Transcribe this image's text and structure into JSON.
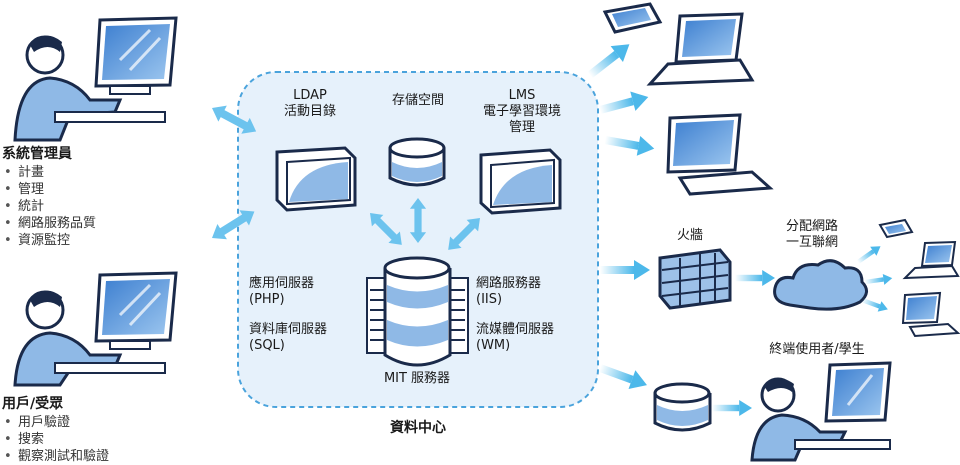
{
  "admin": {
    "title": "系統管理員",
    "items": [
      "計畫",
      "管理",
      "統計",
      "網路服務品質",
      "資源監控"
    ]
  },
  "users": {
    "title": "用戶/受眾",
    "items": [
      "用戶驗證",
      "搜索",
      "觀察測試和驗證"
    ]
  },
  "datacenter": {
    "label": "資料中心",
    "ldap": "LDAP\n活動目錄",
    "storage": "存儲空間",
    "lms": "LMS\n電子學習環境\n管理",
    "app_server": "應用伺服器\n(PHP)",
    "db_server": "資料庫伺服器\n(SQL)",
    "web_server": "網路服務器\n(IIS)",
    "media_server": "流媒體伺服器\n(WM)",
    "mit_server": "MIT 服務器"
  },
  "right": {
    "firewall": "火牆",
    "distribution": "分配網路\n一互聯網",
    "end_users": "終端使用者/學生"
  },
  "colors": {
    "line": "#1a2a4a",
    "blue_fill": "#8fb9e6",
    "light_fill": "#e6f1fb",
    "dash": "#4aa3dc",
    "arrow": "#4cb8ea"
  }
}
